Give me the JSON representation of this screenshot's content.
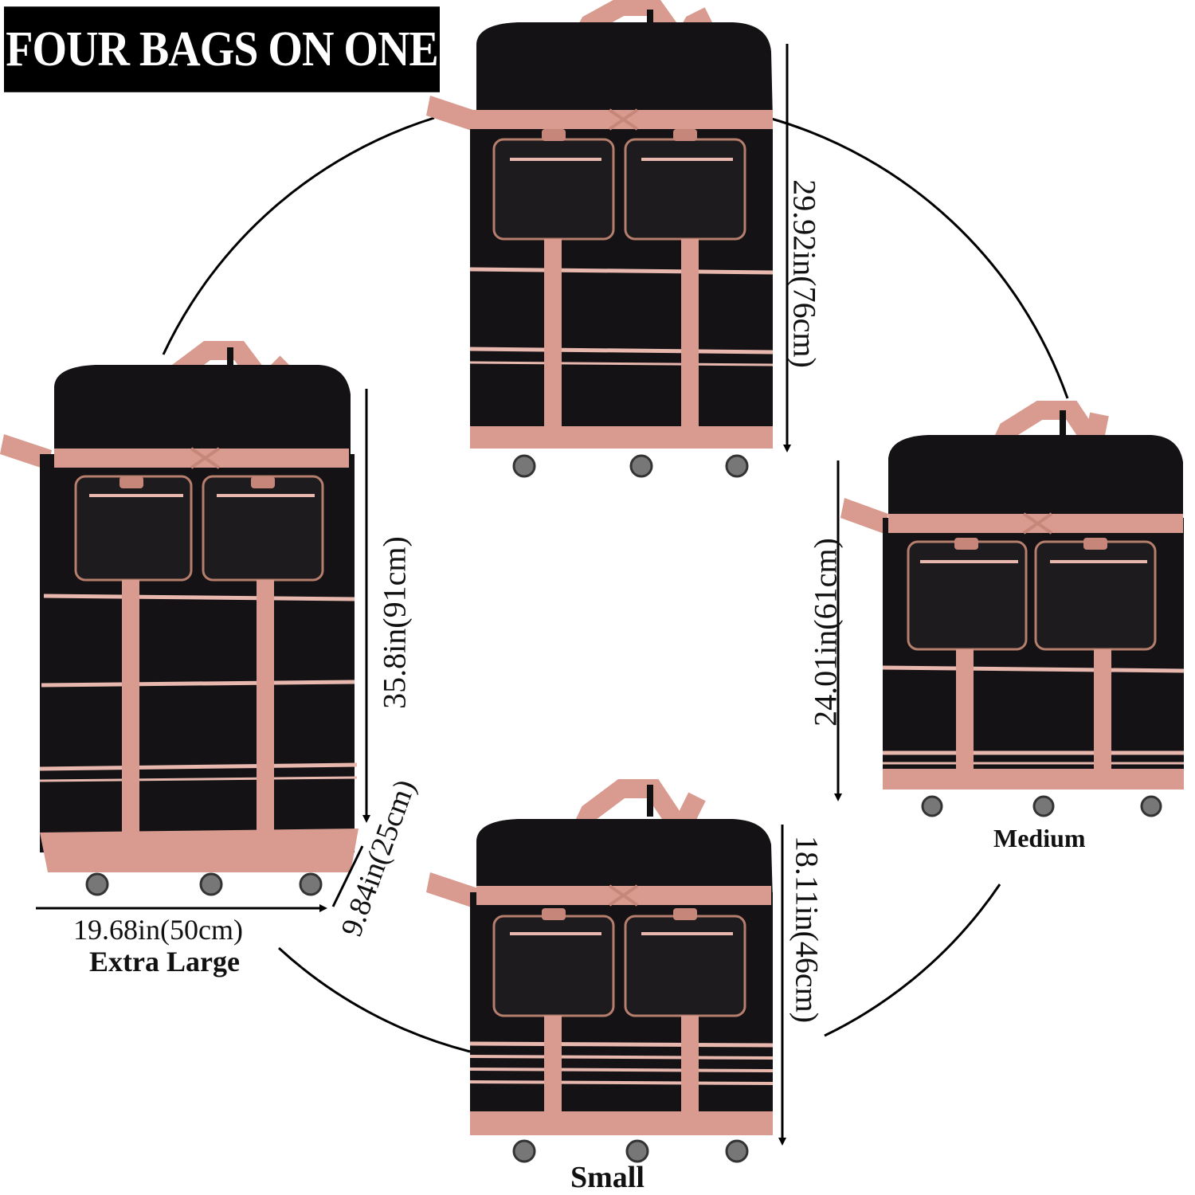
{
  "title": "FOUR BAGS ON ONE",
  "colors": {
    "bag_body": "#141214",
    "strap": "#d99a8f",
    "strap_dark": "#c6867a",
    "piping": "#e8b7ae",
    "arrow": "#000000"
  },
  "bags": [
    {
      "id": "large",
      "height_label": "29.92in(76cm)"
    },
    {
      "id": "extra-large",
      "size_label": "Extra Large",
      "height_label": "35.8in(91cm)",
      "width_label": "19.68in(50cm)",
      "depth_label": "9.84in(25cm)"
    },
    {
      "id": "medium",
      "size_label": "Medium",
      "height_label": "24.01in(61cm)"
    },
    {
      "id": "small",
      "size_label": "Small",
      "height_label": "18.11in(46cm)"
    }
  ]
}
